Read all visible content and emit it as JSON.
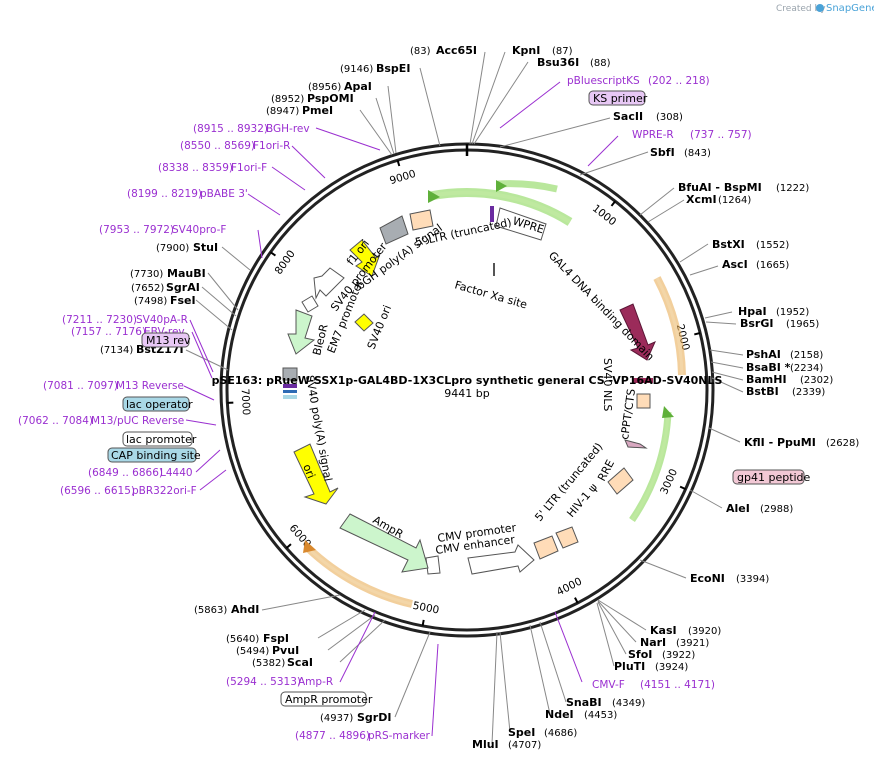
{
  "credit": {
    "created_by": "Created by",
    "brand": "SnapGene"
  },
  "plasmid": {
    "name": "pSE163: pRueW-SSX1p-GAL4BD-1X3CLpro synthetic general CS -VP16AD-SV40NLS",
    "length_label": "9441 bp",
    "total_bp": 9441
  },
  "ticks": [
    "1000",
    "2000",
    "3000",
    "4000",
    "5000",
    "6000",
    "7000",
    "8000",
    "9000"
  ],
  "sites": [
    {
      "name": "Acc65I",
      "pos": "(83)",
      "side": "left"
    },
    {
      "name": "KpnI",
      "pos": "(87)",
      "side": "right"
    },
    {
      "name": "Bsu36I",
      "pos": "(88)",
      "side": "right"
    },
    {
      "name": "SacII",
      "pos": "(308)",
      "side": "right"
    },
    {
      "name": "SbfI",
      "pos": "(843)",
      "side": "right"
    },
    {
      "name": "BfuAI - BspMI",
      "pos": "(1222)",
      "side": "right"
    },
    {
      "name": "XcmI",
      "pos": "(1264)",
      "side": "right"
    },
    {
      "name": "BstXI",
      "pos": "(1552)",
      "side": "right"
    },
    {
      "name": "AscI",
      "pos": "(1665)",
      "side": "right"
    },
    {
      "name": "HpaI",
      "pos": "(1952)",
      "side": "right"
    },
    {
      "name": "BsrGI",
      "pos": "(1965)",
      "side": "right"
    },
    {
      "name": "PshAI",
      "pos": "(2158)",
      "side": "right"
    },
    {
      "name": "BsaBI *",
      "pos": "(2234)",
      "side": "right"
    },
    {
      "name": "BamHI",
      "pos": "(2302)",
      "side": "right"
    },
    {
      "name": "BstBI",
      "pos": "(2339)",
      "side": "right"
    },
    {
      "name": "KflI - PpuMI",
      "pos": "(2628)",
      "side": "right"
    },
    {
      "name": "AleI",
      "pos": "(2988)",
      "side": "right"
    },
    {
      "name": "EcoNI",
      "pos": "(3394)",
      "side": "right"
    },
    {
      "name": "KasI",
      "pos": "(3920)",
      "side": "right"
    },
    {
      "name": "NarI",
      "pos": "(3921)",
      "side": "right"
    },
    {
      "name": "SfoI",
      "pos": "(3922)",
      "side": "right"
    },
    {
      "name": "PluTI",
      "pos": "(3924)",
      "side": "right"
    },
    {
      "name": "SnaBI",
      "pos": "(4349)",
      "side": "right"
    },
    {
      "name": "NdeI",
      "pos": "(4453)",
      "side": "right"
    },
    {
      "name": "SpeI",
      "pos": "(4686)",
      "side": "right"
    },
    {
      "name": "MluI",
      "pos": "(4707)",
      "side": "right"
    },
    {
      "name": "SgrDI",
      "pos": "(4937)",
      "side": "left"
    },
    {
      "name": "ScaI",
      "pos": "(5382)",
      "side": "left"
    },
    {
      "name": "PvuI",
      "pos": "(5494)",
      "side": "left"
    },
    {
      "name": "FspI",
      "pos": "(5640)",
      "side": "left"
    },
    {
      "name": "AhdI",
      "pos": "(5863)",
      "side": "left"
    },
    {
      "name": "BstZ17I",
      "pos": "(7134)",
      "side": "left"
    },
    {
      "name": "FseI",
      "pos": "(7498)",
      "side": "left"
    },
    {
      "name": "SgrAI",
      "pos": "(7652)",
      "side": "left"
    },
    {
      "name": "MauBI",
      "pos": "(7730)",
      "side": "left"
    },
    {
      "name": "StuI",
      "pos": "(7900)",
      "side": "left"
    },
    {
      "name": "PmeI",
      "pos": "(8947)",
      "side": "left"
    },
    {
      "name": "PspOMI",
      "pos": "(8952)",
      "side": "left"
    },
    {
      "name": "ApaI",
      "pos": "(8956)",
      "side": "left"
    },
    {
      "name": "BspEI",
      "pos": "(9146)",
      "side": "left"
    }
  ],
  "primers": [
    {
      "name": "pBluescriptKS",
      "pos": "(202 .. 218)",
      "side": "right"
    },
    {
      "name": "WPRE-R",
      "pos": "(737 .. 757)",
      "side": "right"
    },
    {
      "name": "CMV-F",
      "pos": "(4151 .. 4171)",
      "side": "right"
    },
    {
      "name": "pRS-marker",
      "pos": "(4877 .. 4896)",
      "side": "left"
    },
    {
      "name": "Amp-R",
      "pos": "(5294 .. 5313)",
      "side": "left"
    },
    {
      "name": "pBR322ori-F",
      "pos": "(6596 .. 6615)",
      "side": "left"
    },
    {
      "name": "L4440",
      "pos": "(6849 .. 6866)",
      "side": "left"
    },
    {
      "name": "M13/pUC Reverse",
      "pos": "(7062 .. 7084)",
      "side": "left"
    },
    {
      "name": "M13 Reverse",
      "pos": "(7081 .. 7097)",
      "side": "left"
    },
    {
      "name": "EBV-rev",
      "pos": "(7157 .. 7176)",
      "side": "left"
    },
    {
      "name": "SV40pA-R",
      "pos": "(7211 .. 7230)",
      "side": "left"
    },
    {
      "name": "SV40pro-F",
      "pos": "(7953 .. 7972)",
      "side": "left"
    },
    {
      "name": "pBABE 3'",
      "pos": "(8199 .. 8219)",
      "side": "left"
    },
    {
      "name": "F1ori-F",
      "pos": "(8338 .. 8359)",
      "side": "left"
    },
    {
      "name": "F1ori-R",
      "pos": "(8550 .. 8569)",
      "side": "left"
    },
    {
      "name": "BGH-rev",
      "pos": "(8915 .. 8932)",
      "side": "left"
    }
  ],
  "boxed_labels": [
    {
      "name": "KS primer",
      "fill": "#e8c8f5"
    },
    {
      "name": "gp41 peptide",
      "fill": "#f2c8d5"
    },
    {
      "name": "M13 rev",
      "fill": "#e8c8f5"
    },
    {
      "name": "lac operator",
      "fill": "#a9d8e6"
    },
    {
      "name": "lac promoter",
      "fill": "#ffffff"
    },
    {
      "name": "CAP binding site",
      "fill": "#a9d8e6"
    },
    {
      "name": "AmpR promoter",
      "fill": "#ffffff"
    }
  ],
  "features": [
    {
      "name": "WPRE"
    },
    {
      "name": "GAL4 DNA binding domain"
    },
    {
      "name": "SV40 NLS"
    },
    {
      "name": "cPPT/CTS"
    },
    {
      "name": "RRE"
    },
    {
      "name": "HIV-1 ψ"
    },
    {
      "name": "5' LTR (truncated)"
    },
    {
      "name": "CMV promoter"
    },
    {
      "name": "CMV enhancer"
    },
    {
      "name": "AmpR"
    },
    {
      "name": "ori"
    },
    {
      "name": "SV40 poly(A) signal"
    },
    {
      "name": "BleoR"
    },
    {
      "name": "EM7 promoter"
    },
    {
      "name": "SV40 promoter"
    },
    {
      "name": "SV40 ori"
    },
    {
      "name": "f1 ori"
    },
    {
      "name": "bGH poly(A) signal"
    },
    {
      "name": "Factor Xa site"
    }
  ],
  "colors": {
    "backbone": "#222222",
    "site_line": "#888888",
    "primer": "#9a2fd0",
    "wpre_glow": "#7fd34a",
    "cds_green": "#ccf5cc",
    "gal4": "#9b2b5a",
    "orange_glow": "#e8a84a",
    "ori_yellow": "#ffff00",
    "ltr_peach": "#ffdcb8",
    "grey_box": "#a8adb2"
  }
}
